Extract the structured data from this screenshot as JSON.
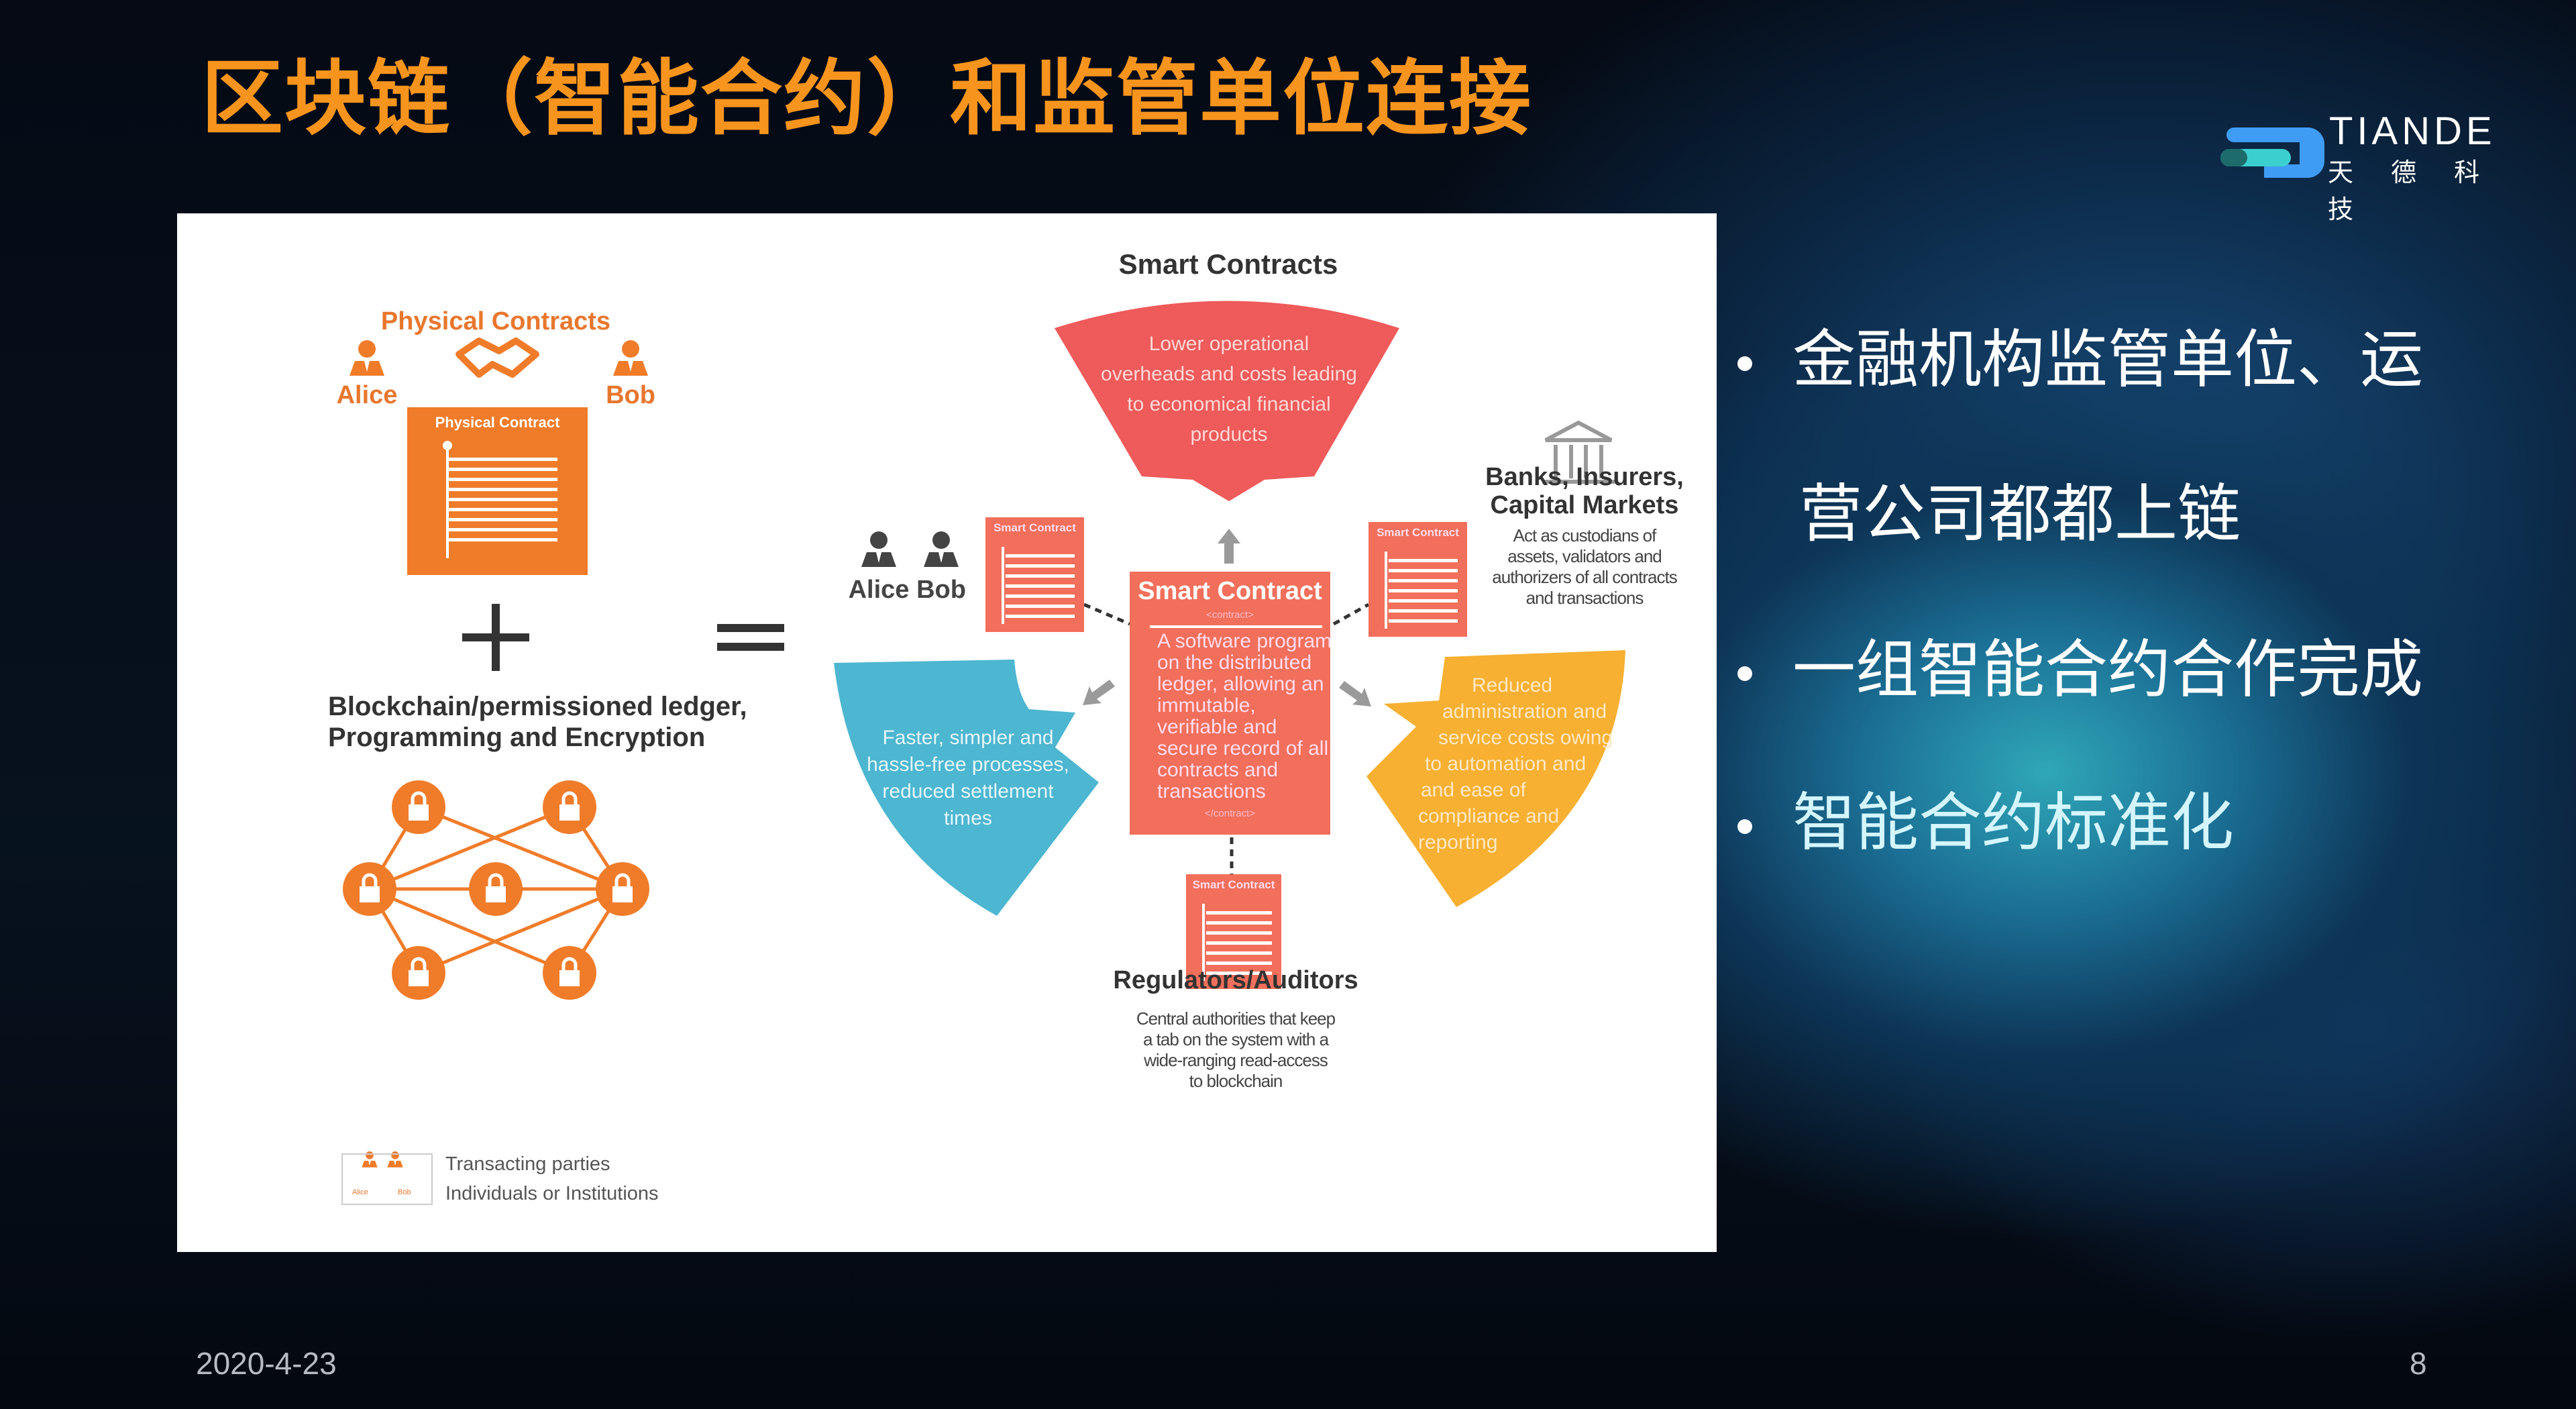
{
  "slide": {
    "title": "区块链（智能合约）和监管单位连接",
    "date": "2020-4-23",
    "page_number": "8"
  },
  "logo": {
    "name_en": "TIANDE",
    "name_cn": "天 德 科 技",
    "colors": {
      "blue": "#3f9cf5",
      "teal": "#3ccfcf",
      "dark_teal": "#1e6b6b"
    }
  },
  "bullets": [
    "金融机构监管单位、运",
    "营公司都都上链",
    "一组智能合约合作完成",
    "智能合约标准化"
  ],
  "diagram": {
    "physical": {
      "title": "Physical Contracts",
      "alice": "Alice",
      "bob": "Bob",
      "contract_label": "Physical Contract"
    },
    "plus": "+",
    "equals": "=",
    "blockchain_label": [
      "Blockchain/permissioned ledger,",
      "Programming and Encryption"
    ],
    "legend": {
      "alice": "Alice",
      "bob": "Bob",
      "lines": [
        "Transacting parties",
        "Individuals or Institutions"
      ]
    },
    "smart": {
      "title": "Smart Contracts",
      "top_benefit": [
        "Lower operational",
        "overheads and costs leading",
        "to economical financial",
        "products"
      ],
      "left_benefit": [
        "Faster, simpler and",
        "hassle-free processes,",
        "reduced settlement",
        "times"
      ],
      "right_benefit": [
        "Reduced",
        "administration and",
        "service costs owing",
        "to automation and",
        "and ease of",
        "compliance and",
        "reporting"
      ],
      "alice": "Alice",
      "bob": "Bob",
      "small_contract_label": "Smart Contract",
      "center": {
        "title": "Smart Contract",
        "open_tag": "<contract>",
        "close_tag": "</contract>",
        "body": [
          "A software program",
          "on the distributed",
          "ledger, allowing an",
          "immutable,",
          "verifiable and",
          "secure record of all",
          "contracts and",
          "transactions"
        ]
      },
      "banks": {
        "title": [
          "Banks, Insurers,",
          "Capital Markets"
        ],
        "desc": [
          "Act as custodians of",
          "assets, validators and",
          "authorizers of all contracts",
          "and transactions"
        ]
      },
      "regulators": {
        "title": "Regulators/Auditors",
        "desc": [
          "Central authorities that keep",
          "a tab on the system with a",
          "wide-ranging read-access",
          "to blockchain"
        ]
      }
    },
    "colors": {
      "orange": "#f07c2a",
      "red": "#ef5a5a",
      "salmon": "#f26f5b",
      "blue": "#4db6d0",
      "yellow": "#f7b032",
      "gray": "#9a9a9a"
    }
  }
}
